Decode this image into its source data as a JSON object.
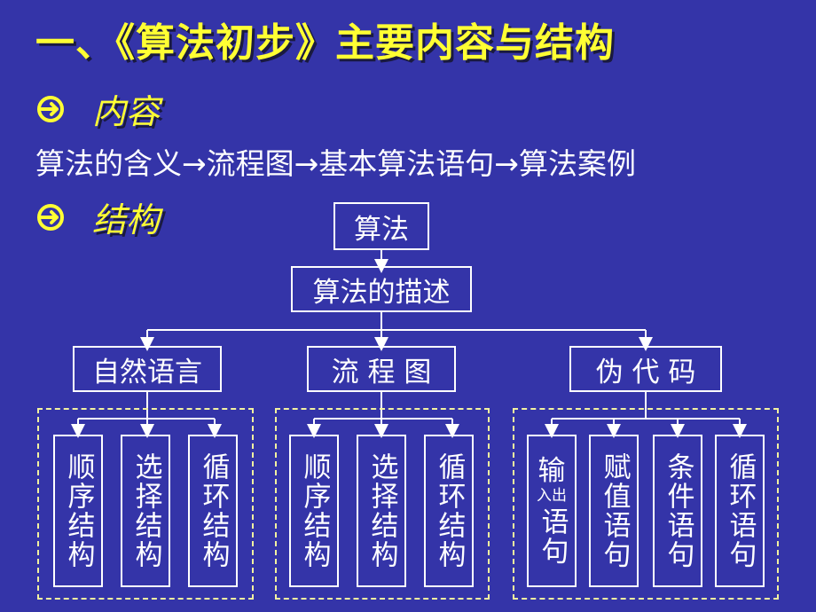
{
  "title": "一、《算法初步》主要内容与结构",
  "sections": {
    "content_label": "内容",
    "structure_label": "结构"
  },
  "flow_text": "算法的含义→流程图→基本算法语句→算法案例",
  "diagram": {
    "root": "算法",
    "description": "算法的描述",
    "methods": [
      "自然语言",
      "流 程 图",
      "伪 代 码"
    ],
    "natural_language_children": [
      "顺序结构",
      "选择结构",
      "循环结构"
    ],
    "flowchart_children": [
      "顺序结构",
      "选择结构",
      "循环结构"
    ],
    "pseudocode_children": {
      "io_main": "输",
      "io_in": "入",
      "io_out": "出",
      "io_rest": "语句",
      "assign": "赋值语句",
      "condition": "条件语句",
      "loop": "循环语句"
    }
  },
  "colors": {
    "background": "#3434a8",
    "title": "#ffff33",
    "text": "#ffffff",
    "dashed_border": "#f2f2a0"
  },
  "icons": {
    "bullet": "circled-arrow-right-icon"
  }
}
